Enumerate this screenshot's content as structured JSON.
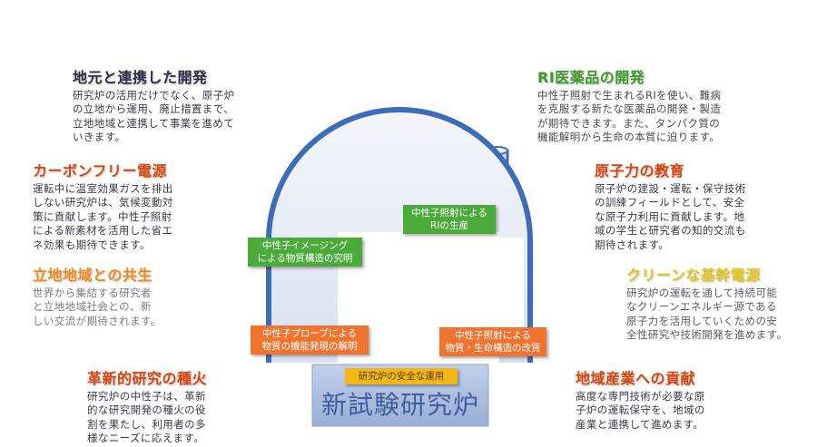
{
  "blocks": {
    "local": {
      "title": "地元と連携した開発",
      "body": "研究炉の活用だけでなく、原子炉\nの立地から運用、廃止措置まで、\n立地地域と連携して事業を進めて\nいきます。"
    },
    "carbon": {
      "title": "カーボンフリー電源",
      "body": "運転中に温室効果ガスを排出\nしない研究炉は、気候変動対\n策に貢献します。中性子照射\nによる新素材を活用した省エ\nネ効果も期待できます。"
    },
    "coexist": {
      "title": "立地地域との共生",
      "body": "世界から集結する研究者\nと立地地域社会との、新\nしい交流が期待されます。"
    },
    "innovation": {
      "title": "革新的研究の種火",
      "body": "研究炉の中性子は、革新\n的な研究開発の種火の役\n割を果たし、利用者の多\n様なニーズに応えます。"
    },
    "ri": {
      "title": "RI医薬品の開発",
      "body": "中性子照射で生まれるRIを使い、難病\nを克服する新たな医薬品の開発・製造\nが期待できます。また、タンパク質の\n機能解明から生命の本質に迫ります。"
    },
    "education": {
      "title": "原子力の教育",
      "body": "原子炉の建設・運転・保守技術\nの訓練フィールドとして、安全\nな原子力利用に貢献します。地\n域の学生と研究者の知的交流も\n期待されます。"
    },
    "clean": {
      "title": "クリーンな基幹電源",
      "body": "研究炉の運転を通して持続可能\nなクリーンエネルギー源である\n原子力を活用していくための安\n全性研究や技術開発を進めます。"
    },
    "industry": {
      "title": "地域産業への貢献",
      "body": "高度な専門技術が必要な原\n子炉の運転保守を、地域の\n産業と連携して進めます。"
    }
  },
  "tags": {
    "ri_production": "中性子照射による\nRIの生産",
    "imaging": "中性子イメージング\nによる物質構造の究明",
    "probe": "中性子プローブによる\n物質の機能発現の解明",
    "irradiation": "中性子照射による\n物質・生命構造の改質",
    "safe_operation": "研究炉の安全な運用"
  },
  "reactor_name": "新試験研究炉",
  "colors": {
    "dome_outline": "#3e6cb8",
    "dome_fill": "#e8edf7",
    "base_fill": "#aebfe0",
    "tag_green": "#4caa3a",
    "tag_orange": "#ee7430",
    "tag_yellow": "#f2b818"
  }
}
